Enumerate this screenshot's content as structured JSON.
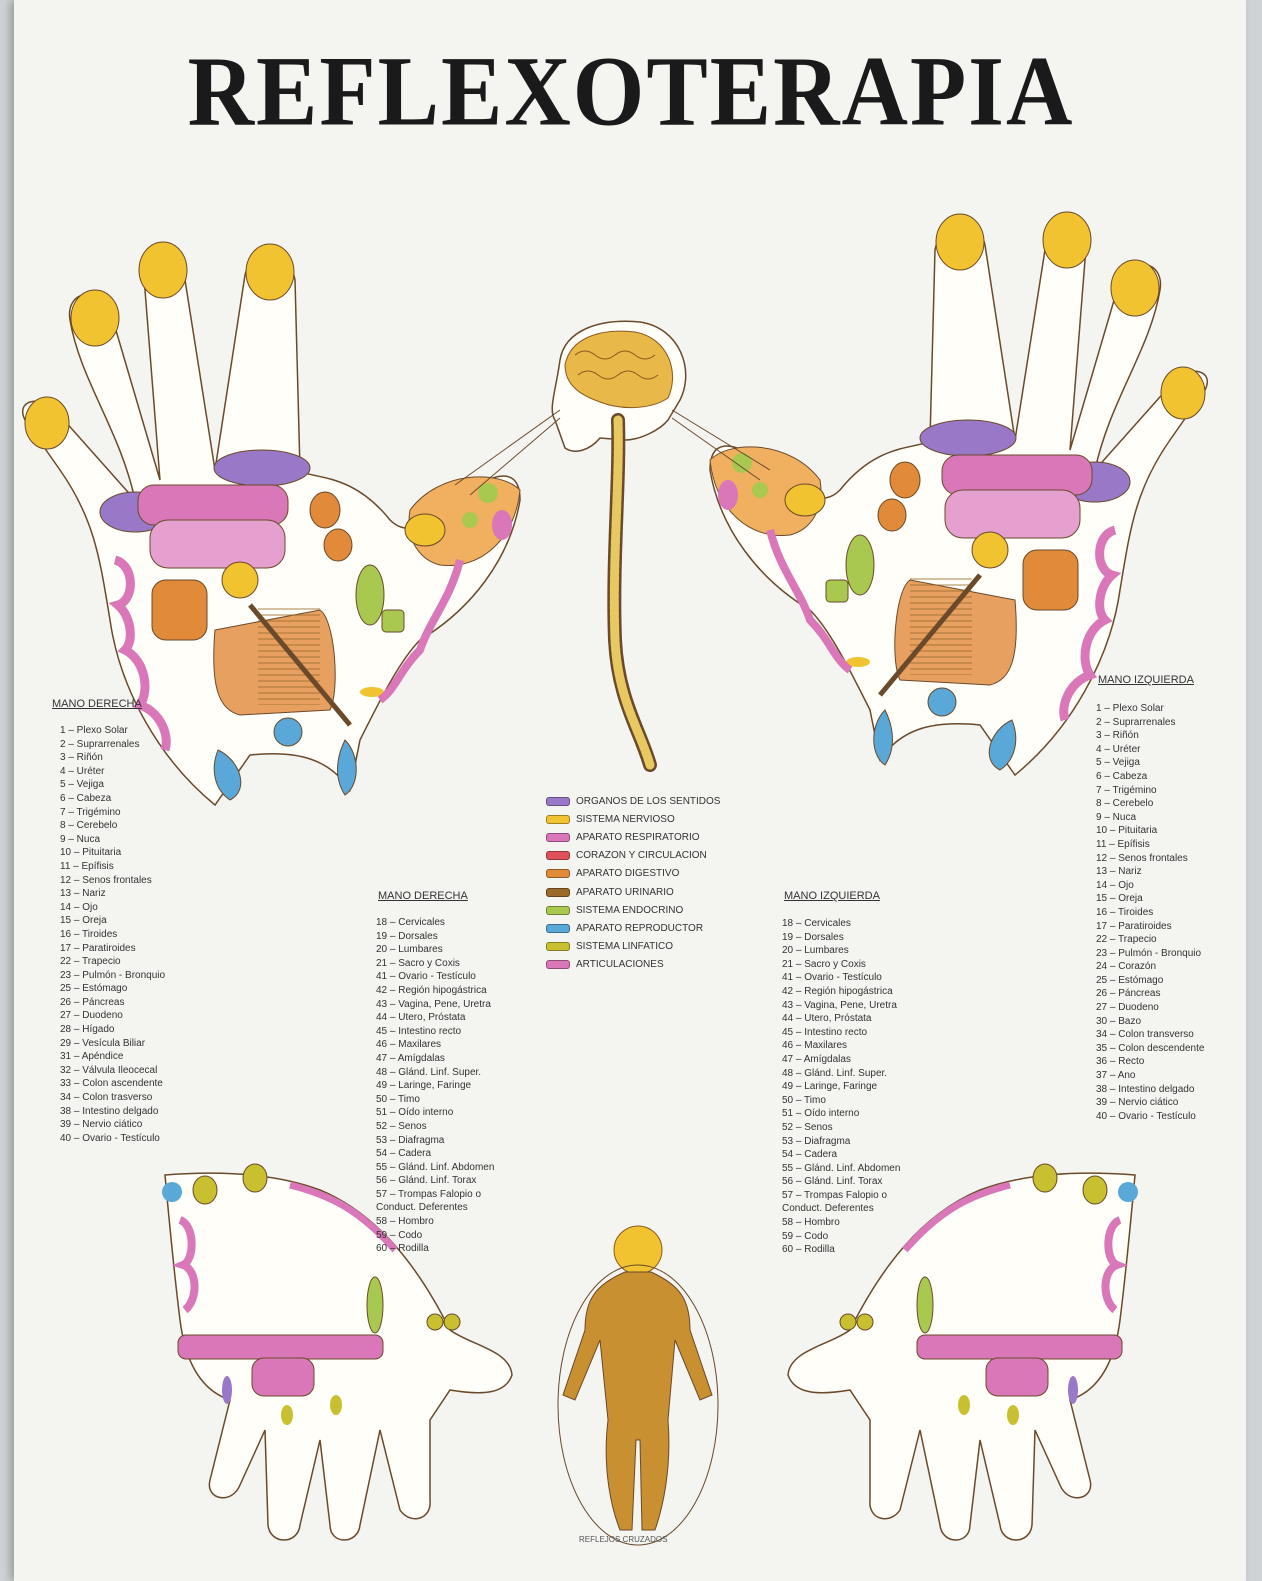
{
  "title": "REFLEXOTERAPIA",
  "colors": {
    "skin": "#fffef8",
    "outline": "#6a4a2a",
    "yellow": "#f2c330",
    "pink": "#d977b8",
    "purple": "#9a78c8",
    "orange": "#e08a3a",
    "brown": "#b87a3a",
    "green": "#a9c850",
    "blue": "#5aa8d8",
    "red": "#e0505a",
    "brain": "#e8b848"
  },
  "palm_labels_right": {
    "heading": "MANO DERECHA",
    "items": [
      "1 – Plexo Solar",
      "2 – Suprarrenales",
      "3 – Riñón",
      "4 – Uréter",
      "5 – Vejiga",
      "6 – Cabeza",
      "7 – Trigémino",
      "8 – Cerebelo",
      "9 – Nuca",
      "10 – Pituitaria",
      "11 – Epífisis",
      "12 – Senos frontales",
      "13 – Nariz",
      "14 – Ojo",
      "15 – Oreja",
      "16 – Tiroides",
      "17 – Paratiroides",
      "22 – Trapecio",
      "23 – Pulmón - Bronquio",
      "25 – Estómago",
      "26 – Páncreas",
      "27 – Duodeno",
      "28 – Hígado",
      "29 – Vesícula Biliar",
      "31 – Apéndice",
      "32 – Válvula Ileocecal",
      "33 – Colon ascendente",
      "34 – Colon trasverso",
      "38 – Intestino delgado",
      "39 – Nervio ciático",
      "40 – Ovario - Testículo"
    ]
  },
  "palm_labels_left": {
    "heading": "MANO IZQUIERDA",
    "items": [
      "1 – Plexo Solar",
      "2 – Suprarrenales",
      "3 – Riñón",
      "4 – Uréter",
      "5 – Vejiga",
      "6 – Cabeza",
      "7 – Trigémino",
      "8 – Cerebelo",
      "9 – Nuca",
      "10 – Pituitaria",
      "11 – Epífisis",
      "12 – Senos frontales",
      "13 – Nariz",
      "14 – Ojo",
      "15 – Oreja",
      "16 – Tiroides",
      "17 – Paratiroides",
      "22 – Trapecio",
      "23 – Pulmón - Bronquio",
      "24 – Corazón",
      "25 – Estómago",
      "26 – Páncreas",
      "27 – Duodeno",
      "30 – Bazo",
      "34 – Colon transverso",
      "35 – Colon descendente",
      "36 – Recto",
      "37 – Ano",
      "38 – Intestino delgado",
      "39 – Nervio ciático",
      "40 – Ovario - Testículo"
    ]
  },
  "back_labels_right": {
    "heading": "MANO DERECHA",
    "items": [
      "18 – Cervicales",
      "19 – Dorsales",
      "20 – Lumbares",
      "21 – Sacro y Coxis",
      "41 – Ovario - Testículo",
      "42 – Región hipogástrica",
      "43 – Vagina, Pene, Uretra",
      "44 – Utero, Próstata",
      "45 – Intestino recto",
      "46 – Maxilares",
      "47 – Amígdalas",
      "48 – Glánd. Linf. Super.",
      "49 – Laringe, Faringe",
      "50 – Timo",
      "51 – Oído interno",
      "52 – Senos",
      "53 – Diafragma",
      "54 – Cadera",
      "55 – Glánd. Linf. Abdomen",
      "56 – Glánd. Linf. Torax",
      "57 – Trompas Falopio o",
      "Conduct. Deferentes",
      "58 – Hombro",
      "59 – Codo",
      "60 – Rodilla"
    ]
  },
  "back_labels_left": {
    "heading": "MANO IZQUIERDA",
    "items": [
      "18 – Cervicales",
      "19 – Dorsales",
      "20 – Lumbares",
      "21 – Sacro y Coxis",
      "41 – Ovario - Testículo",
      "42 – Región hipogástrica",
      "43 – Vagina, Pene, Uretra",
      "44 – Utero, Próstata",
      "45 – Intestino recto",
      "46 – Maxilares",
      "47 – Amígdalas",
      "48 – Glánd. Linf. Super.",
      "49 – Laringe, Faringe",
      "50 – Timo",
      "51 – Oído interno",
      "52 – Senos",
      "53 – Diafragma",
      "54 – Cadera",
      "55 – Glánd. Linf. Abdomen",
      "56 – Glánd. Linf. Torax",
      "57 – Trompas Falopio o",
      "Conduct. Deferentes",
      "58 – Hombro",
      "59 – Codo",
      "60 – Rodilla"
    ]
  },
  "legend": [
    {
      "label": "ORGANOS DE LOS SENTIDOS",
      "color": "#9a78c8"
    },
    {
      "label": "SISTEMA NERVIOSO",
      "color": "#f2c330"
    },
    {
      "label": "APARATO RESPIRATORIO",
      "color": "#d977b8"
    },
    {
      "label": "CORAZON Y CIRCULACION",
      "color": "#e0505a"
    },
    {
      "label": "APARATO DIGESTIVO",
      "color": "#e08a3a"
    },
    {
      "label": "APARATO URINARIO",
      "color": "#9a6a2a"
    },
    {
      "label": "SISTEMA ENDOCRINO",
      "color": "#a9c850"
    },
    {
      "label": "APARATO REPRODUCTOR",
      "color": "#5aa8d8"
    },
    {
      "label": "SISTEMA LINFATICO",
      "color": "#c8c030"
    },
    {
      "label": "ARTICULACIONES",
      "color": "#d977b8"
    }
  ],
  "footer": "REFLEJOS CRUZADOS"
}
